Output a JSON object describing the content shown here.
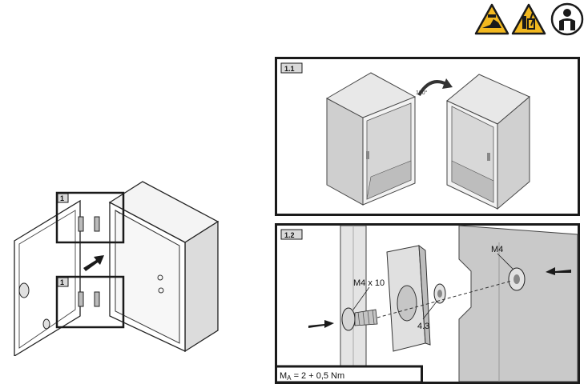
{
  "icons": [
    "hand-crush-warning-icon",
    "electrical-hazard-warning-icon",
    "qualified-person-icon"
  ],
  "left_figure": {
    "callout_top": "1",
    "callout_bottom": "1"
  },
  "panel_1_1": {
    "label": "1.1"
  },
  "panel_1_2": {
    "label": "1.2",
    "screw_label": "M4 x 10",
    "nut_label": "M4",
    "part_ref": "4.3",
    "torque_prefix": "M",
    "torque_subscript": "A",
    "torque_value": " = 2 + 0,5 Nm"
  },
  "colors": {
    "warning_yellow": "#f2b81f",
    "frame": "#1a1a1a",
    "label_bg": "#d9d9d9",
    "metal_light": "#e6e6e6",
    "metal_mid": "#c8c8c8",
    "metal_dark": "#a8a8a8"
  }
}
